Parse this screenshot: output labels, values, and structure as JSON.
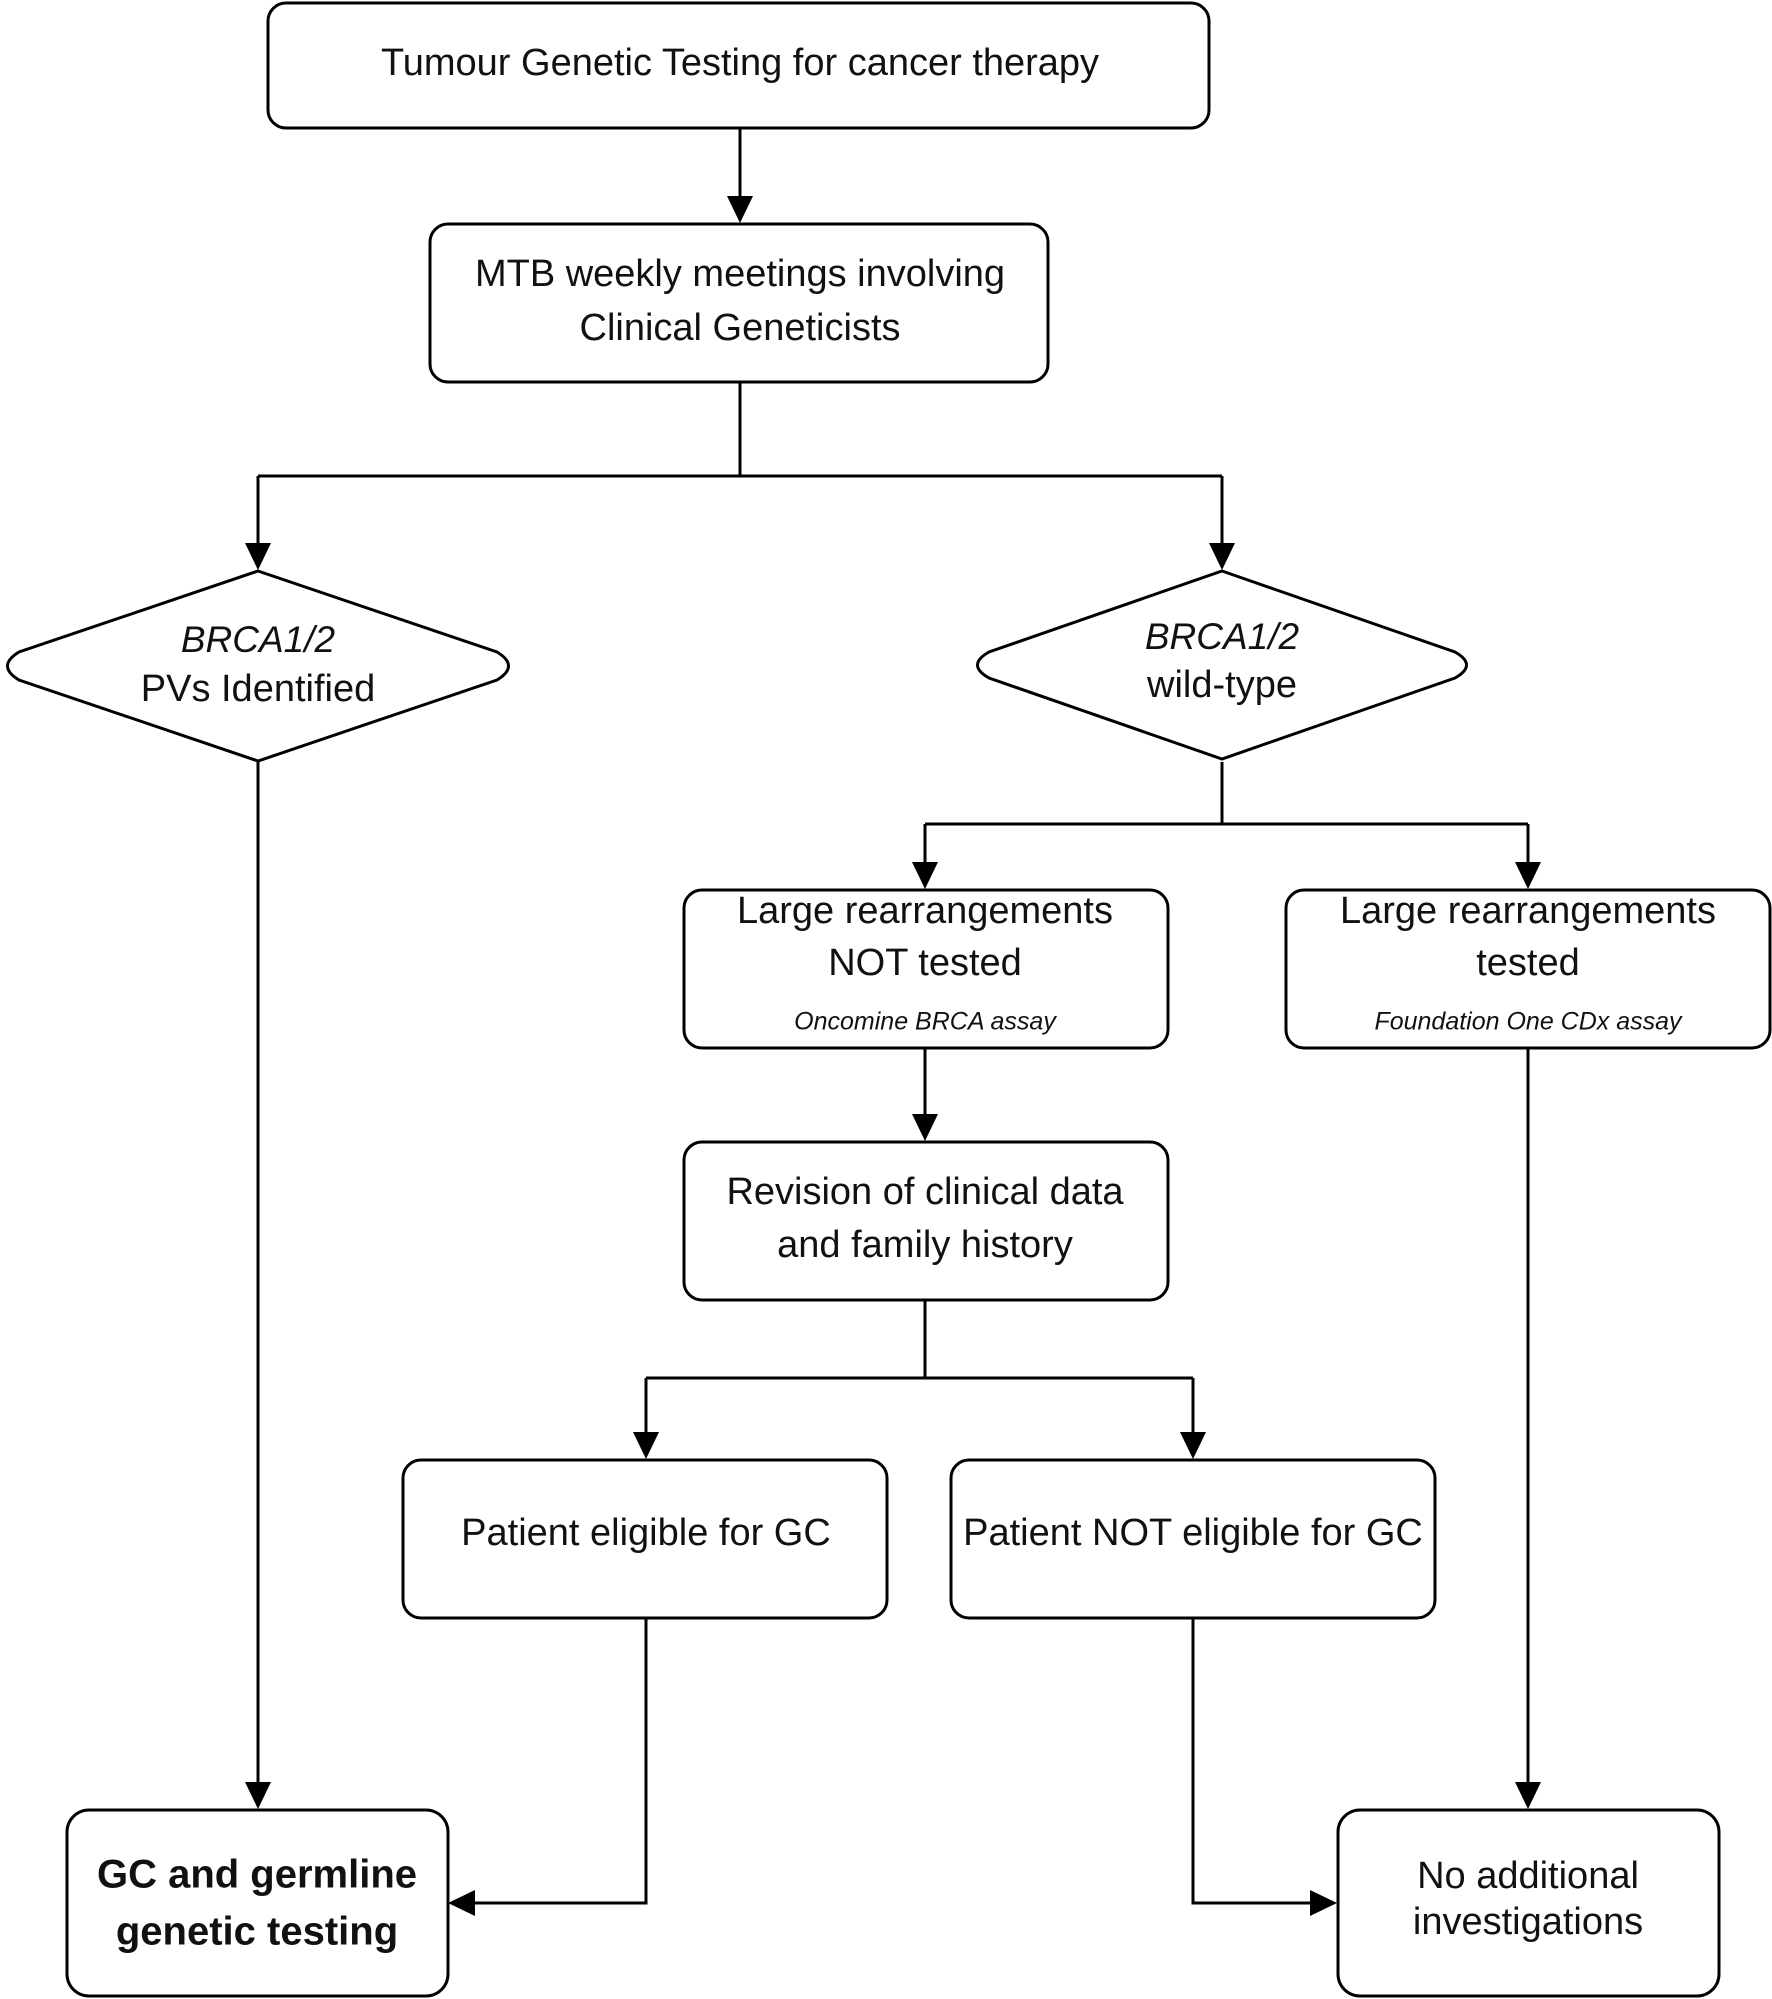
{
  "nodes": {
    "tumour_testing": {
      "lines": [
        "Tumour Genetic Testing for cancer therapy"
      ]
    },
    "mtb_meetings": {
      "lines": [
        "MTB weekly meetings involving",
        "Clinical Geneticists"
      ]
    },
    "pvs_identified": {
      "gene": "BRCA1/2",
      "label": "PVs Identified"
    },
    "wild_type": {
      "gene": "BRCA1/2",
      "label": "wild-type"
    },
    "rearr_not_tested": {
      "lines": [
        "Large rearrangements",
        "NOT tested"
      ],
      "note": "Oncomine BRCA assay"
    },
    "rearr_tested": {
      "lines": [
        "Large rearrangements",
        "tested"
      ],
      "note": "Foundation One CDx assay"
    },
    "revision": {
      "lines": [
        "Revision of clinical data",
        "and family history"
      ]
    },
    "eligible": {
      "lines": [
        "Patient eligible for GC"
      ]
    },
    "not_eligible": {
      "lines": [
        "Patient NOT eligible for GC"
      ]
    },
    "gc_germline": {
      "lines": [
        "GC and germline",
        "genetic testing"
      ]
    },
    "no_investigations": {
      "lines": [
        "No additional",
        "investigations"
      ]
    }
  }
}
